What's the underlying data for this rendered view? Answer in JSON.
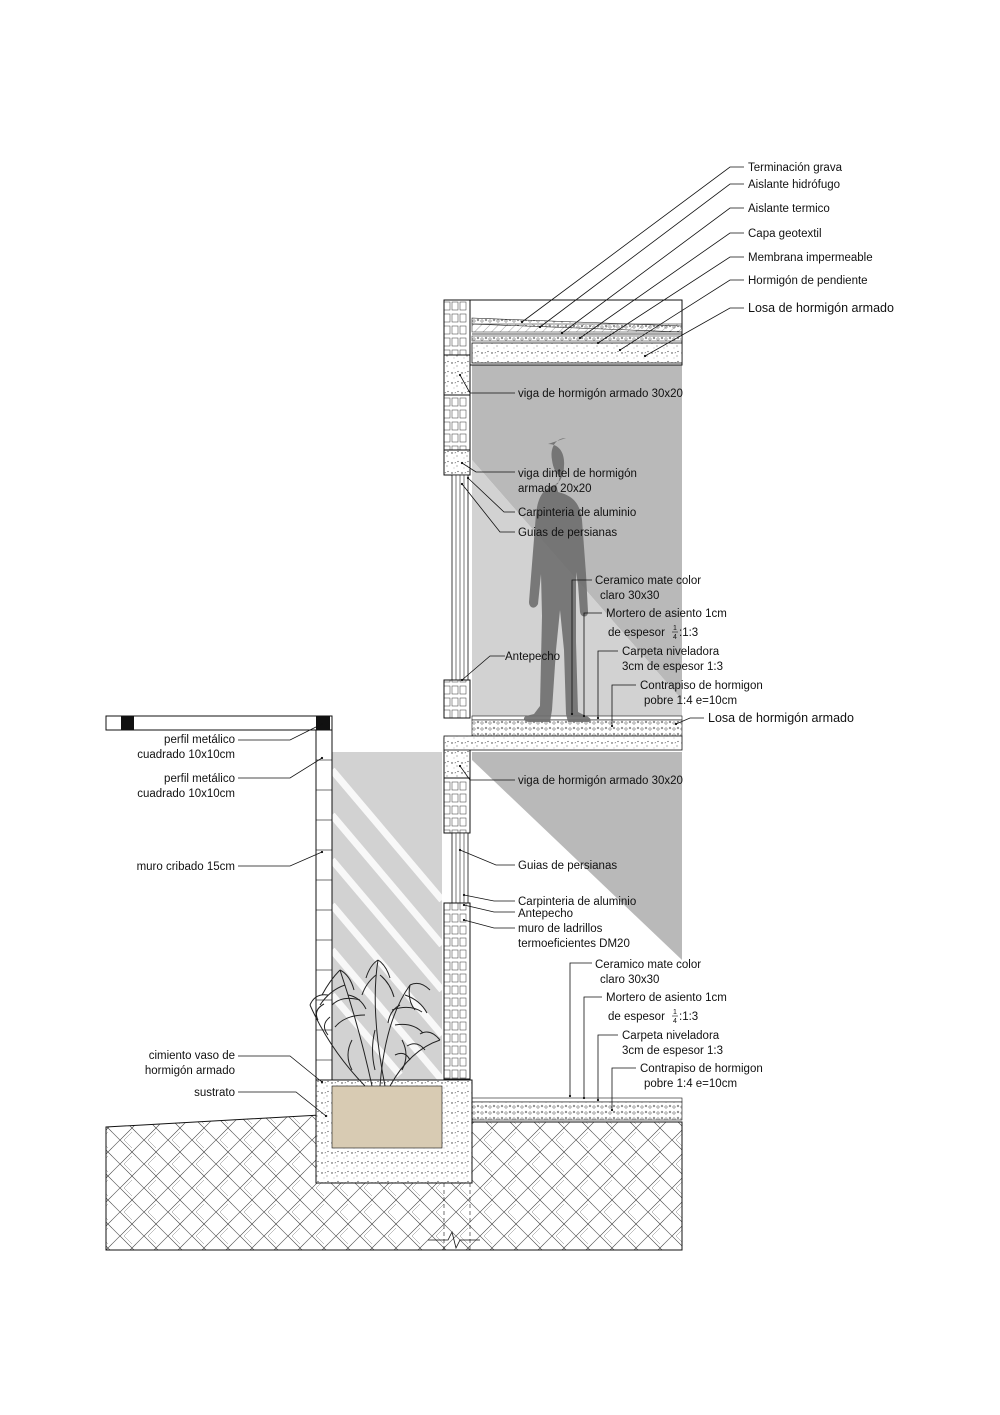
{
  "colors": {
    "shadow": "#b9b9b9",
    "shadow_light": "#d2d2d2",
    "substrate": "#d8cbb3",
    "person": "#6e6e6e",
    "line": "#111111",
    "plant": "#222222"
  },
  "labels": {
    "terminacion_grava": "Terminación grava",
    "aislante_hidrofugo": "Aislante hidrófugo",
    "aislante_termico": "Aislante termico",
    "capa_geotextil": "Capa geotextil",
    "membrana_impermeable": "Membrana impermeable",
    "hormigon_pendiente": "Hormigón de pendiente",
    "losa_sup": "Losa de hormigón armado",
    "viga_sup": "viga de hormigón armado 30x20",
    "viga_dintel_1": "viga dintel de hormigón",
    "viga_dintel_2": "armado 20x20",
    "carpinteria_sup": "Carpinteria de aluminio",
    "guias_sup": "Guias de persianas",
    "ceramico_sup_1": "Ceramico mate color",
    "ceramico_sup_2": "claro 30x30",
    "mortero_sup_1": "Mortero de asiento 1cm",
    "mortero_sup_2": "de espesor",
    "mortero_sup_frac_num": "1",
    "mortero_sup_frac_den": "4",
    "mortero_sup_3": ":1:3",
    "antepecho_sup": "Antepecho",
    "carpeta_sup_1": "Carpeta niveladora",
    "carpeta_sup_2": "3cm de espesor 1:3",
    "contrapiso_sup_1": "Contrapiso de hormigon",
    "contrapiso_sup_2": "pobre 1:4 e=10cm",
    "losa_mid": "Losa de hormigón armado",
    "perfil_1a": "perfil metálico",
    "perfil_1b": "cuadrado 10x10cm",
    "perfil_2a": "perfil metálico",
    "perfil_2b": "cuadrado 10x10cm",
    "viga_mid": "viga de hormigón armado 30x20",
    "muro_cribado": "muro cribado 15cm",
    "guias_inf": "Guias de persianas",
    "carpinteria_inf": "Carpinteria de aluminio",
    "antepecho_inf": "Antepecho",
    "muro_ladrillos_1": "muro de ladrillos",
    "muro_ladrillos_2": "termoeficientes DM20",
    "ceramico_inf_1": "Ceramico mate color",
    "ceramico_inf_2": "claro 30x30",
    "mortero_inf_1": "Mortero de asiento 1cm",
    "mortero_inf_2": "de espesor",
    "mortero_inf_frac_num": "1",
    "mortero_inf_frac_den": "4",
    "mortero_inf_3": ":1:3",
    "carpeta_inf_1": "Carpeta niveladora",
    "carpeta_inf_2": "3cm de espesor 1:3",
    "contrapiso_inf_1": "Contrapiso de hormigon",
    "contrapiso_inf_2": "pobre 1:4 e=10cm",
    "cimiento_1": "cimiento vaso de",
    "cimiento_2": "hormigón armado",
    "sustrato": "sustrato"
  }
}
